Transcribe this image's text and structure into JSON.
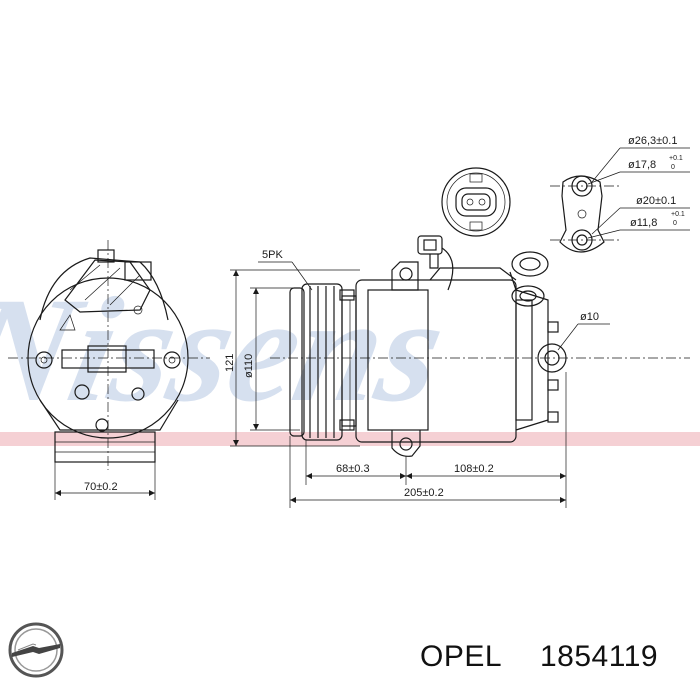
{
  "watermark": {
    "text": "Nissens",
    "color": "#c9d6ea",
    "band_color": "#f2c4c9"
  },
  "dimensions": {
    "belt": "5PK",
    "d_top_1": "ø26,3±0.1",
    "d_top_2": "ø17,8",
    "d_top_2_tol_upper": "+0.1",
    "d_top_2_tol_lower": "0",
    "d_mid_1": "ø20±0.1",
    "d_mid_2": "ø11,8",
    "d_mid_2_tol_upper": "+0.1",
    "d_mid_2_tol_lower": "0",
    "d_mount": "ø10",
    "height_121": "121",
    "pulley_110": "ø110",
    "width_70": "70±0.2",
    "len_68": "68±0.3",
    "len_108": "108±0.2",
    "len_205": "205±0.2"
  },
  "footer": {
    "logo_icon": "opel-logo-icon",
    "brand": "OPEL",
    "part_number": "1854119"
  }
}
